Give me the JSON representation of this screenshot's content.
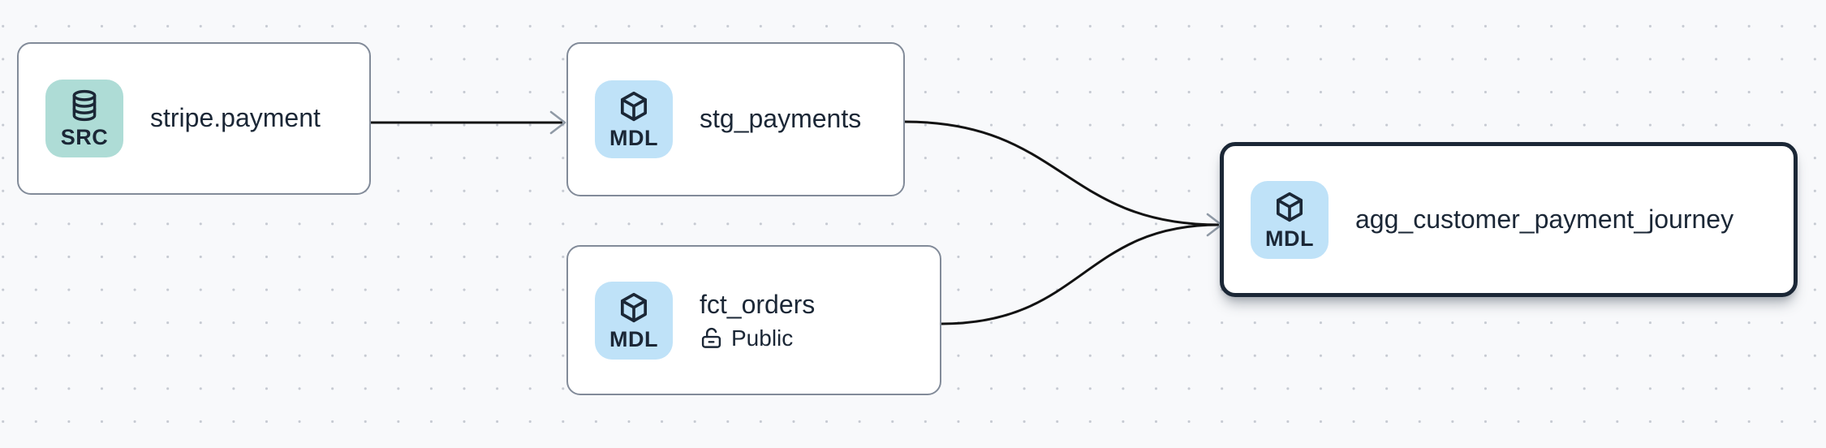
{
  "canvas": {
    "kind": "lineage-graph",
    "background_color": "#f8f9fb",
    "dot_color": "#c6cad2"
  },
  "colors": {
    "source_badge_bg": "#aedcd6",
    "model_badge_bg": "#bfe2f8",
    "text": "#1b2736",
    "node_border": "#828b99",
    "selected_node_border": "#1b2736",
    "edge": "#121212",
    "arrowhead": "#909aa6"
  },
  "graph": {
    "nodes": [
      {
        "label": "stripe.payment",
        "badge": "SRC",
        "type": "source",
        "icon": "database",
        "selected": false
      },
      {
        "label": "stg_payments",
        "badge": "MDL",
        "type": "model",
        "icon": "cube",
        "selected": false
      },
      {
        "label": "fct_orders",
        "badge": "MDL",
        "type": "model",
        "icon": "cube",
        "access": "Public",
        "selected": false
      },
      {
        "label": "agg_customer_payment_journey",
        "badge": "MDL",
        "type": "model",
        "icon": "cube",
        "selected": true
      }
    ],
    "edges": [
      {
        "source": "stripe.payment",
        "target": "stg_payments"
      },
      {
        "source": "stg_payments",
        "target": "agg_customer_payment_journey"
      },
      {
        "source": "fct_orders",
        "target": "agg_customer_payment_journey"
      }
    ]
  }
}
